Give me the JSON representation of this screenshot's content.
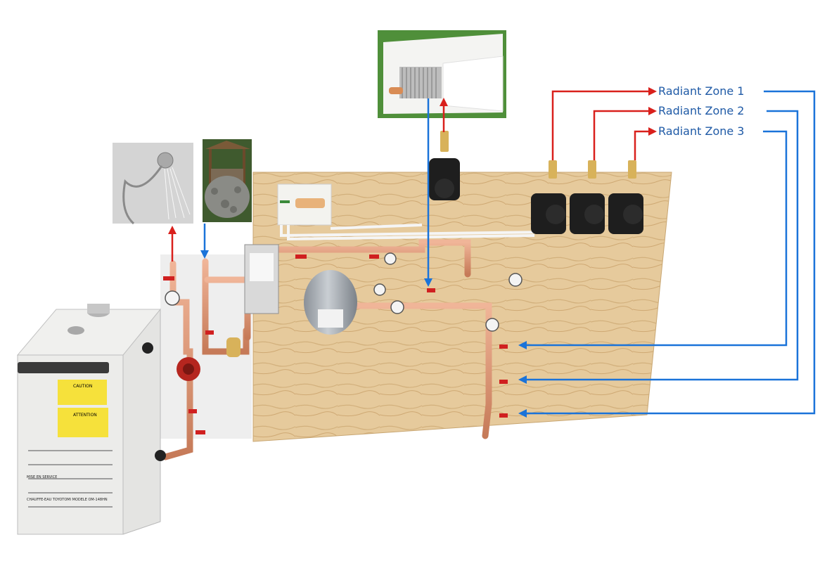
{
  "zones": [
    {
      "label": "Radiant Zone 1"
    },
    {
      "label": "Radiant Zone 2"
    },
    {
      "label": "Radiant Zone 3"
    }
  ],
  "boiler_labels": {
    "caution": "CAUTION",
    "attention": "ATTENTION",
    "mise_en_service": "MISE EN SERVICE",
    "model": "CHAUFFE-EAU TOYOTOMI     MODELE OM-148HN"
  },
  "colors": {
    "supply": "#d9201c",
    "return": "#1a73d9",
    "copper": "#d98c6a",
    "plywood": "#e3c79a",
    "boiler": "#e8e8e6"
  },
  "icons": [
    "shower-icon",
    "well-icon",
    "baseboard-heater-icon",
    "circulator-pump-icon",
    "expansion-tank-icon",
    "heat-exchanger-icon"
  ]
}
